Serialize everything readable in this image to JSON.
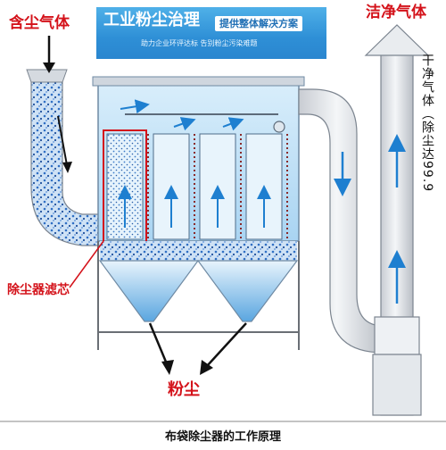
{
  "banner": {
    "title": "工业粉尘治理",
    "subtitle": "提供整体解决方案",
    "tagline": "助力企业环评达标  告别粉尘污染难题",
    "color": "#2e8fd6"
  },
  "labels": {
    "dusty_air": "含尘气体",
    "clean_air": "洁净气体",
    "dry_air": "干净气体（除尘达99.9",
    "filter_cartridge": "除尘器滤芯",
    "dust": "粉尘",
    "caption": "布袋除尘器的工作原理"
  },
  "colors": {
    "label_red": "#d4121a",
    "flow_arrow": "#1e7fd0",
    "highlight_box": "#d4121a",
    "duct": "#dfe3e8",
    "dust_blue": "#2f6fc4"
  }
}
